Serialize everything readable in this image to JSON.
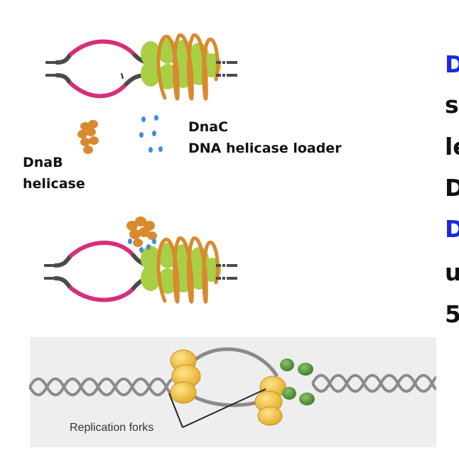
{
  "labels": {
    "dnac": [
      "DnaC",
      "DNA helicase loader"
    ],
    "dnab": [
      "DnaB",
      "helicase"
    ],
    "forks": "Replication forks"
  },
  "right_fragments": [
    {
      "text": "D",
      "color": "#1d2bd6"
    },
    {
      "text": "s",
      "color": "#111111"
    },
    {
      "text": "le",
      "color": "#111111"
    },
    {
      "text": "D",
      "color": "#111111"
    },
    {
      "text": "D",
      "color": "#1d2bd6"
    },
    {
      "text": "u",
      "color": "#111111"
    },
    {
      "text": "5",
      "color": "#111111"
    }
  ],
  "colors": {
    "bubble": "#d4307c",
    "duplex": "#4a4a4a",
    "dnaa": "#a8cf45",
    "dnab": "#d98a2e",
    "dnac": "#3d8fd6",
    "fork_helicase": "#f2c13a",
    "fork_protein": "#4c8a35",
    "em_background": "#eeeeee"
  }
}
